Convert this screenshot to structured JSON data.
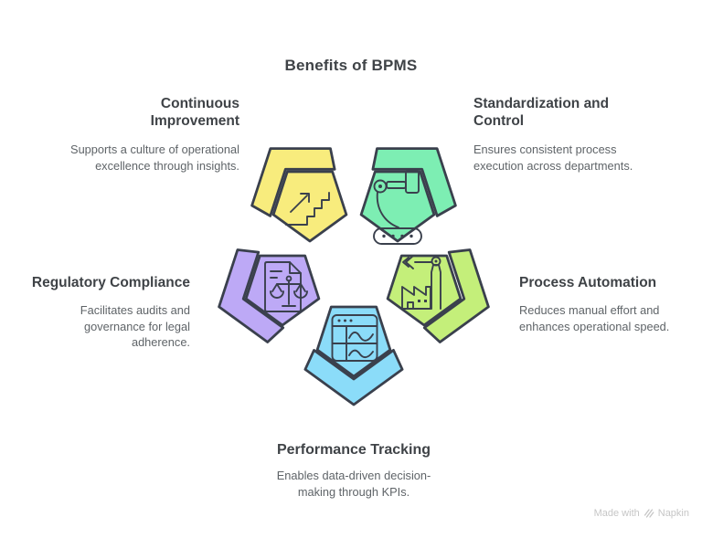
{
  "title": "Benefits of BPMS",
  "colors": {
    "outline": "#3a404d",
    "heading_text": "#3f4347",
    "body_text": "#5f6468",
    "watermark_text": "#c6c6c6"
  },
  "items": [
    {
      "id": "continuous-improvement",
      "title": "Continuous Improvement",
      "description": "Supports a culture of operational excellence through insights.",
      "color": "#f8ec7d",
      "icon": "stairs-growth-icon"
    },
    {
      "id": "standardization-and-control",
      "title": "Standardization and Control",
      "description": "Ensures consistent process execution across departments.",
      "color": "#7deeb3",
      "icon": "robot-arm-conveyor-icon"
    },
    {
      "id": "regulatory-compliance",
      "title": "Regulatory Compliance",
      "description": "Facilitates audits and governance for legal adherence.",
      "color": "#bda9f6",
      "icon": "document-scales-icon"
    },
    {
      "id": "process-automation",
      "title": "Process Automation",
      "description": "Reduces manual effort and enhances operational speed.",
      "color": "#c4ef7a",
      "icon": "factory-automation-icon"
    },
    {
      "id": "performance-tracking",
      "title": "Performance Tracking",
      "description": "Enables data-driven decision-making through KPIs.",
      "color": "#8bdcf9",
      "icon": "dashboard-chart-icon"
    }
  ],
  "watermark": {
    "prefix": "Made with",
    "brand": "Napkin"
  }
}
